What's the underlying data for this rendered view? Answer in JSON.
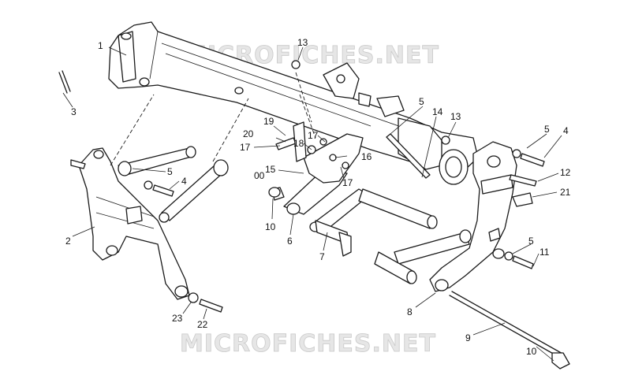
{
  "watermarks": [
    "MICROFICHES.NET",
    "MICROFICHES.NET"
  ],
  "callouts": [
    {
      "id": "c1",
      "label": "1"
    },
    {
      "id": "c2",
      "label": "2"
    },
    {
      "id": "c3",
      "label": "3"
    },
    {
      "id": "c4a",
      "label": "4"
    },
    {
      "id": "c4b",
      "label": "4"
    },
    {
      "id": "c5a",
      "label": "5"
    },
    {
      "id": "c5b",
      "label": "5"
    },
    {
      "id": "c5c",
      "label": "5"
    },
    {
      "id": "c5d",
      "label": "5"
    },
    {
      "id": "c6",
      "label": "6"
    },
    {
      "id": "c7",
      "label": "7"
    },
    {
      "id": "c8",
      "label": "8"
    },
    {
      "id": "c9",
      "label": "9"
    },
    {
      "id": "c10a",
      "label": "10"
    },
    {
      "id": "c10b",
      "label": "10"
    },
    {
      "id": "c11",
      "label": "11"
    },
    {
      "id": "c12",
      "label": "12"
    },
    {
      "id": "c13a",
      "label": "13"
    },
    {
      "id": "c13b",
      "label": "13"
    },
    {
      "id": "c14",
      "label": "14"
    },
    {
      "id": "c15",
      "label": "15"
    },
    {
      "id": "c16",
      "label": "16"
    },
    {
      "id": "c17a",
      "label": "17"
    },
    {
      "id": "c17b",
      "label": "17"
    },
    {
      "id": "c17c",
      "label": "17"
    },
    {
      "id": "c18",
      "label": "18"
    },
    {
      "id": "c19",
      "label": "19"
    },
    {
      "id": "c20",
      "label": "20"
    },
    {
      "id": "c21",
      "label": "21"
    },
    {
      "id": "c22",
      "label": "22"
    },
    {
      "id": "c23",
      "label": "23"
    },
    {
      "id": "c00",
      "label": "00"
    }
  ]
}
